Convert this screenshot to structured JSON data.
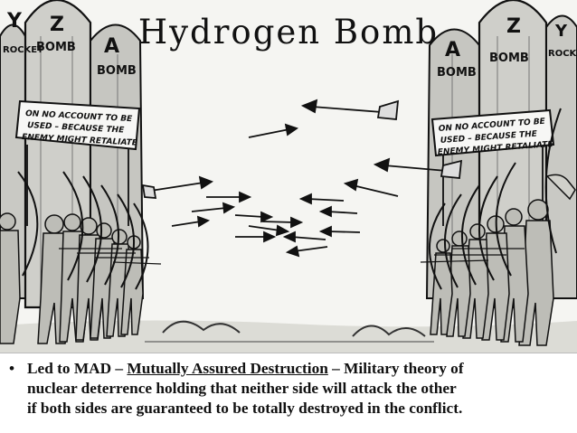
{
  "slide": {
    "title": "Hydrogen Bomb",
    "bullet": {
      "symbol": "•",
      "lead": "Led to MAD – ",
      "term": "Mutually Assured Destruction",
      "rest_line1": " – Military theory of",
      "line2": "nuclear deterrence holding that neither side will attack the other",
      "line3": "if both sides are guaranteed to be totally destroyed in the conflict."
    }
  },
  "cartoon": {
    "left_sign": {
      "line1": "ON NO ACCOUNT TO BE",
      "line2": "USED – BECAUSE THE",
      "line3": "ENEMY MIGHT RETALIATE"
    },
    "right_sign": {
      "line1": "ON NO ACCOUNT TO BE",
      "line2": "USED – BECAUSE THE",
      "line3": "ENEMY MIGHT RETALIATE"
    },
    "bombs": {
      "y_letter": "Y",
      "rocket": "ROCKET",
      "z_letter": "Z",
      "bomb": "BOMB",
      "a_letter": "A"
    }
  }
}
